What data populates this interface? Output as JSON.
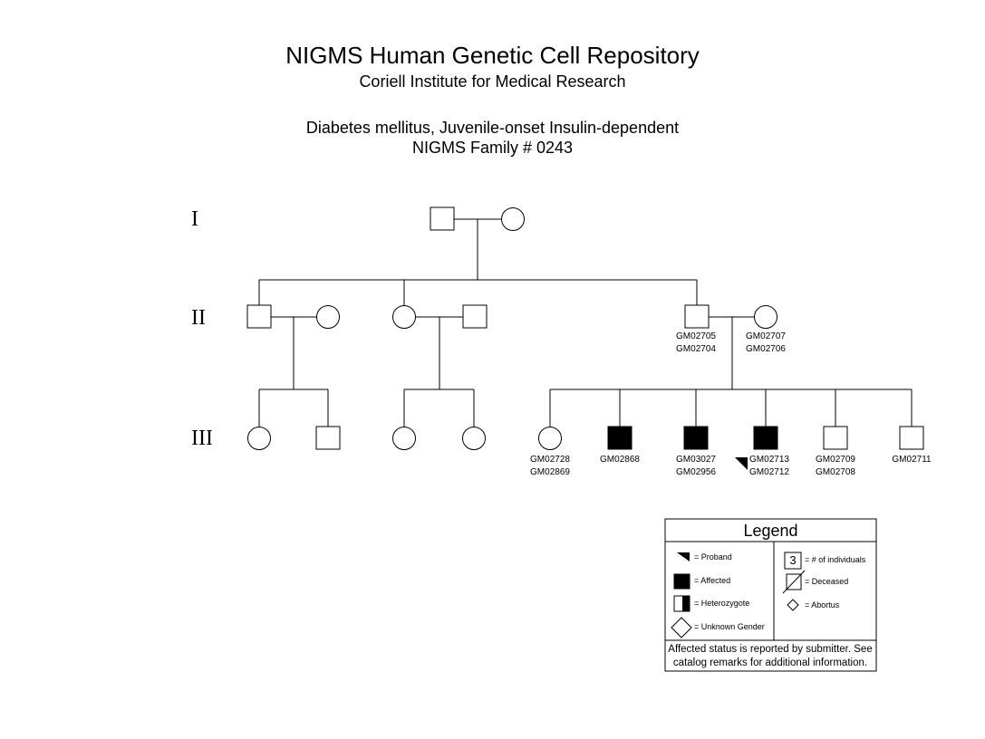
{
  "header": {
    "title": "NIGMS Human Genetic Cell Repository",
    "subtitle": "Coriell Institute for Medical Research",
    "disease": "Diabetes mellitus, Juvenile-onset Insulin-dependent",
    "family": "NIGMS Family # 0243"
  },
  "generations": [
    "I",
    "II",
    "III"
  ],
  "individuals": {
    "ii_m3_top": "GM02705",
    "ii_m3_bot": "GM02704",
    "ii_f3_top": "GM02707",
    "ii_f3_bot": "GM02706",
    "iii_1_top": "GM02728",
    "iii_1_bot": "GM02869",
    "iii_2_top": "GM02868",
    "iii_3_top": "GM03027",
    "iii_3_bot": "GM02956",
    "iii_4_top": "GM02713",
    "iii_4_bot": "GM02712",
    "iii_5_top": "GM02709",
    "iii_5_bot": "GM02708",
    "iii_6_top": "GM02711"
  },
  "legend": {
    "title": "Legend",
    "proband": "= Proband",
    "affected": "= Affected",
    "heterozygote": "= Heterozygote",
    "unknown_gender": "= Unknown Gender",
    "count_number": "3",
    "count_label": "= # of individuals",
    "deceased": "= Deceased",
    "abortus": "= Abortus",
    "note": "Affected status is reported by submitter. See catalog remarks for additional information."
  },
  "colors": {
    "line": "#000000",
    "affected_fill": "#000000",
    "background": "#ffffff"
  }
}
